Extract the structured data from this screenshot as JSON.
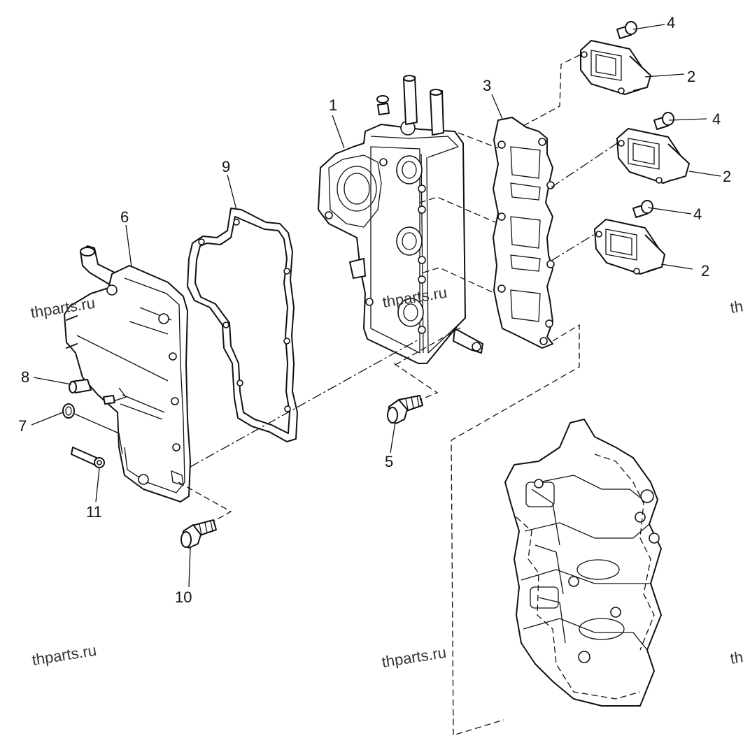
{
  "diagram": {
    "part_labels": {
      "p1": "1",
      "p2a": "2",
      "p2b": "2",
      "p2c": "2",
      "p3": "3",
      "p4a": "4",
      "p4b": "4",
      "p4c": "4",
      "p5": "5",
      "p6": "6",
      "p7": "7",
      "p8": "8",
      "p9": "9",
      "p10": "10",
      "p11": "11"
    },
    "watermarks": {
      "w1": "thparts.ru",
      "w2": "thparts.ru",
      "w3": "thparts.ru",
      "w4": "thparts.ru",
      "w5": "th",
      "w6": "th"
    }
  }
}
